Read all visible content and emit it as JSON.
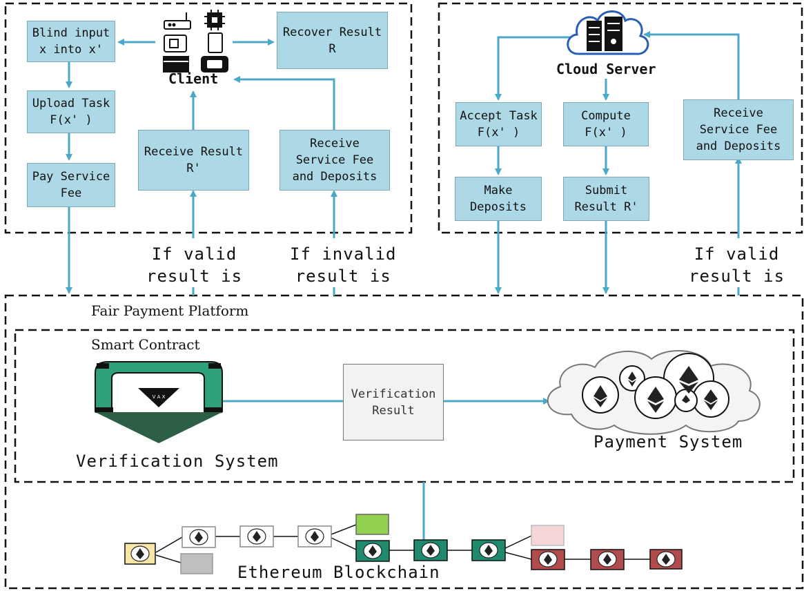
{
  "client": {
    "title": "Client",
    "blind": "Blind input\nx into x'",
    "upload": "Upload Task\nF(x' )",
    "pay": "Pay Service\nFee",
    "recover": "Recover Result\nR",
    "receive_result": "Receive Result\nR'",
    "receive_fee": "Receive\nService Fee\nand Deposits",
    "if_valid": "If valid\nresult is",
    "if_invalid": "If invalid\nresult is"
  },
  "server": {
    "title": "Cloud Server",
    "accept": "Accept Task\nF(x' )",
    "compute": "Compute\nF(x' )",
    "receive_fee": "Receive\nService Fee\nand Deposits",
    "deposits": "Make\nDeposits",
    "submit": "Submit\nResult R'",
    "if_valid": "If valid\nresult is"
  },
  "platform": {
    "title": "Fair Payment Platform",
    "contract_title": "Smart Contract",
    "verification_system": "Verification System",
    "verification_result": "Verification\nResult",
    "payment_system": "Payment System",
    "blockchain": "Ethereum Blockchain"
  },
  "colors": {
    "arrow": "#4aa9c8",
    "box": "#add8e6",
    "chain_green": "#1f8a6e",
    "chain_red": "#b24c4c",
    "chain_pink": "#f4d6d6",
    "chain_lime": "#92d050",
    "chain_grey": "#bfbfbf",
    "chain_yellow": "#f7e6a8"
  }
}
